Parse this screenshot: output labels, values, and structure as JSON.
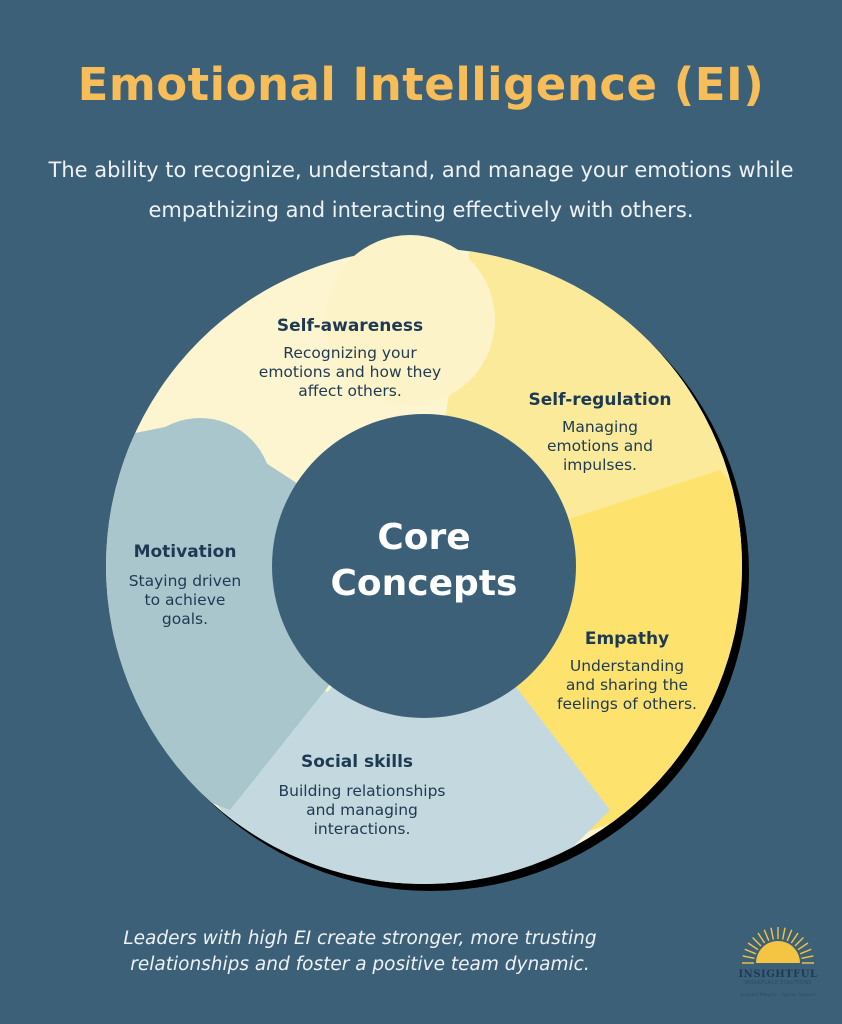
{
  "title": "Emotional Intelligence (EI)",
  "subtitle": "The ability to recognize, understand, and manage your emotions while empathizing and interacting effectively with others.",
  "core": {
    "line1": "Core",
    "line2": "Concepts"
  },
  "segments": [
    {
      "title": "Self-awareness",
      "desc": [
        "Recognizing your",
        "emotions and how they",
        "affect others."
      ],
      "color": "#fcf3c8"
    },
    {
      "title": "Self-regulation",
      "desc": [
        "Managing",
        "emotions and",
        "impulses."
      ],
      "color": "#faea9a"
    },
    {
      "title": "Empathy",
      "desc": [
        "Understanding",
        "and sharing the",
        "feelings of others."
      ],
      "color": "#fde36e"
    },
    {
      "title": "Social skills",
      "desc": [
        "Building relationships",
        "and managing",
        "interactions."
      ],
      "color": "#c4d9df"
    },
    {
      "title": "Motivation",
      "desc": [
        "Staying driven",
        "to achieve",
        "goals."
      ],
      "color": "#a9c6cd"
    }
  ],
  "footer": "Leaders with high EI create stronger, more trusting relationships and foster a positive team dynamic.",
  "logo": {
    "brand": "INSIGHTFUL",
    "sub": "WORKPLACE SOLUTIONS",
    "tagline": "Inspire People · Ignite Impact",
    "sun_color": "#f4c542"
  }
}
